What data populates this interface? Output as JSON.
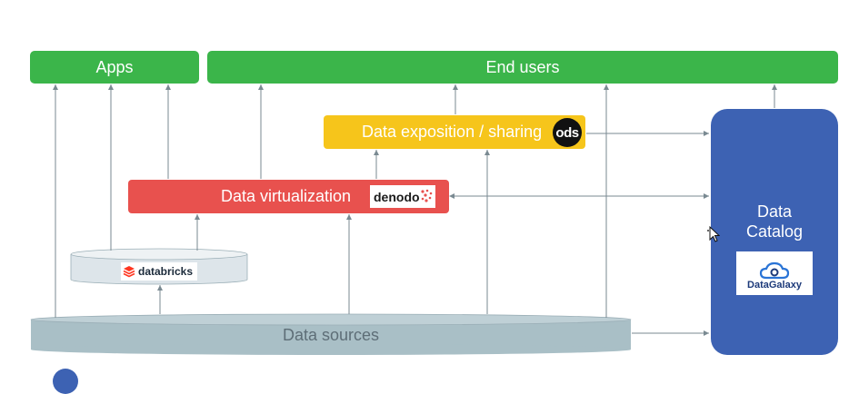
{
  "diagram": {
    "apps_label": "Apps",
    "end_users_label": "End users",
    "exposition_label": "Data exposition / sharing",
    "ods_logo": "ods",
    "virtualization_label": "Data virtualization",
    "denodo_logo": "denodo",
    "databricks_logo": "databricks",
    "catalog_label": "Data\nCatalog",
    "datagalaxy_logo": "DataGalaxy",
    "sources_label": "Data sources"
  },
  "colors": {
    "green": "#3bb54a",
    "yellow": "#f6c51b",
    "red": "#e8514e",
    "blue": "#3d62b3",
    "db_gray": "#cfd9df",
    "sources_gray": "#a9bfc6",
    "arrow": "#7a8a92"
  }
}
